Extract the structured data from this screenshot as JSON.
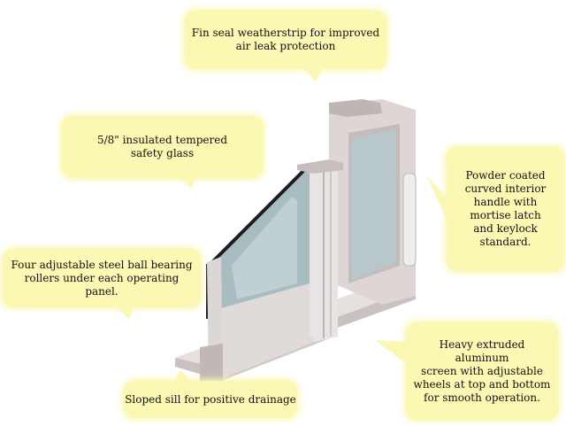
{
  "colors": {
    "callout_bg": "#fbf8b4",
    "frame_light": "#e6e0df",
    "frame_mid": "#c9c2c1",
    "frame_dark": "#9b9595",
    "glass": "#a9bcc2",
    "glass_edge": "#1a1f24"
  },
  "callouts": {
    "weatherstrip": {
      "line1": "Fin seal weatherstrip for improved",
      "line2": "air leak protection"
    },
    "glass": {
      "line1": "5/8\" insulated tempered",
      "line2": "safety glass"
    },
    "handle": {
      "line1": "Powder coated",
      "line2": "curved interior",
      "line3": "handle with",
      "line4": "mortise latch",
      "line5": "and keylock",
      "line6": "standard."
    },
    "rollers": {
      "line1": "Four adjustable steel ball bearing",
      "line2": "rollers under each operating panel."
    },
    "screen": {
      "line1": "Heavy extruded aluminum",
      "line2": "screen with adjustable",
      "line3": "wheels at top and bottom",
      "line4": "for smooth operation."
    },
    "sill": {
      "line1": "Sloped sill for positive drainage"
    }
  }
}
